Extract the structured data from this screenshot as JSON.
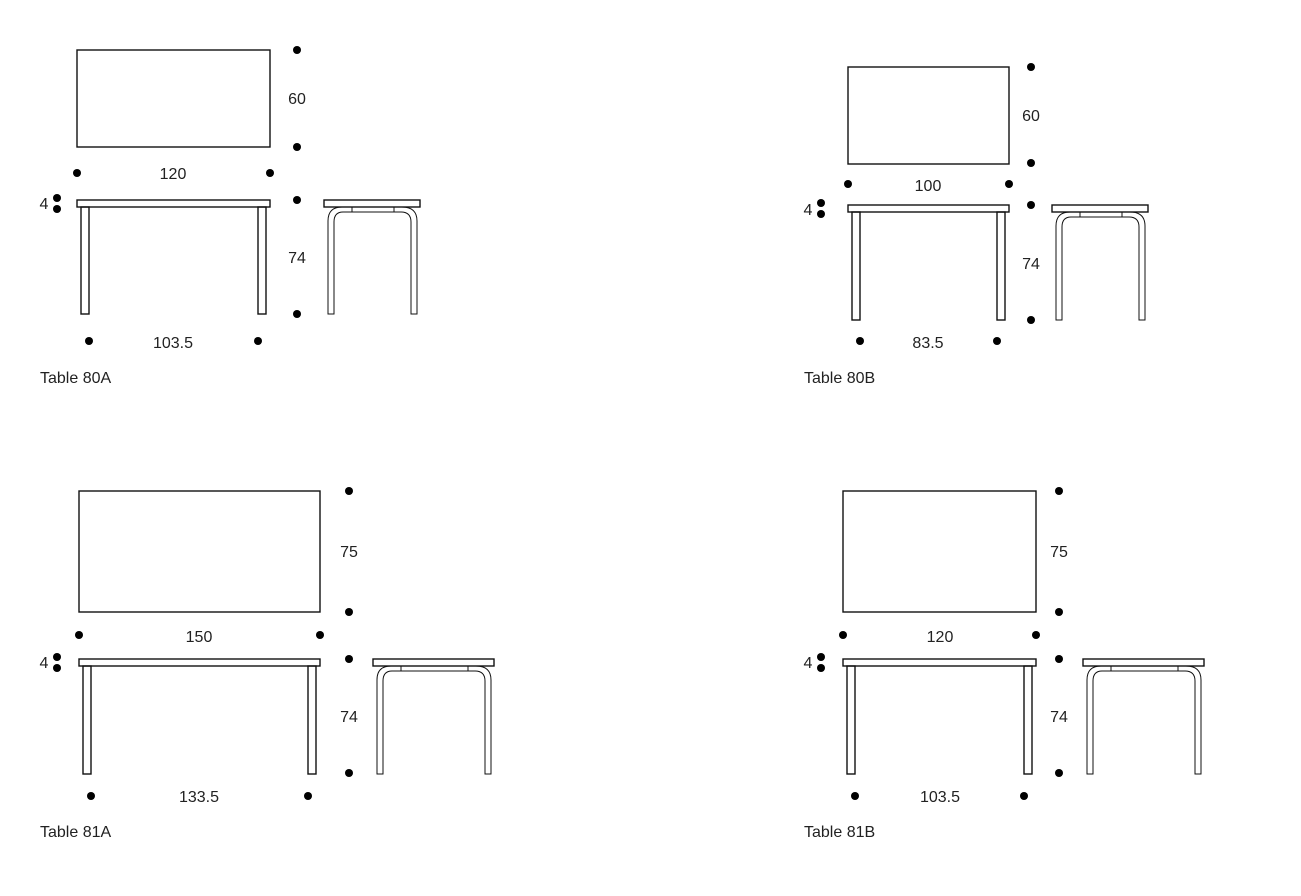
{
  "tables": [
    {
      "caption": "Table 80A",
      "top_width": "120",
      "top_depth": "60",
      "top_thickness": "4",
      "height": "74",
      "leg_span": "103.5"
    },
    {
      "caption": "Table 80B",
      "top_width": "100",
      "top_depth": "60",
      "top_thickness": "4",
      "height": "74",
      "leg_span": "83.5"
    },
    {
      "caption": "Table 81A",
      "top_width": "150",
      "top_depth": "75",
      "top_thickness": "4",
      "height": "74",
      "leg_span": "133.5"
    },
    {
      "caption": "Table 81B",
      "top_width": "120",
      "top_depth": "75",
      "top_thickness": "4",
      "height": "74",
      "leg_span": "103.5"
    }
  ]
}
